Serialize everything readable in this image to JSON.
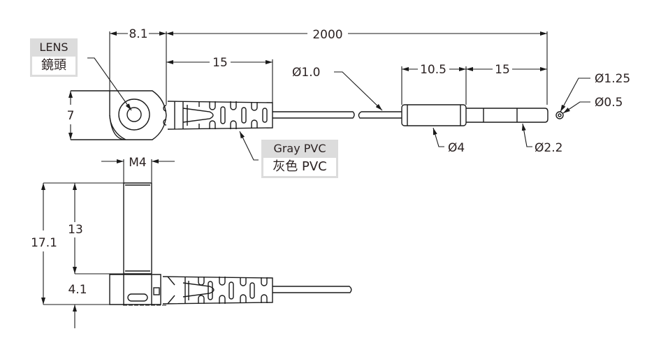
{
  "title": "Fiber optic sensor head dimension drawing",
  "callouts": {
    "lens": {
      "en": "LENS",
      "zh": "鏡頭"
    },
    "sleeve": {
      "en": "Gray PVC",
      "zh": "灰色 PVC"
    }
  },
  "dimensions": {
    "head_width": "8.1",
    "cable_length": "2000",
    "boot_length": "15",
    "head_height": "7",
    "fiber_diameter": "Ø1.0",
    "ferrule_length": "10.5",
    "tip_length": "15",
    "ferrule_diameter": "Ø4",
    "tip_diameter": "Ø2.2",
    "end_outer_diameter": "Ø1.25",
    "end_core_diameter": "Ø0.5",
    "thread": "M4",
    "total_height": "17.1",
    "thread_length": "13",
    "base_height": "4.1"
  },
  "units": "mm"
}
